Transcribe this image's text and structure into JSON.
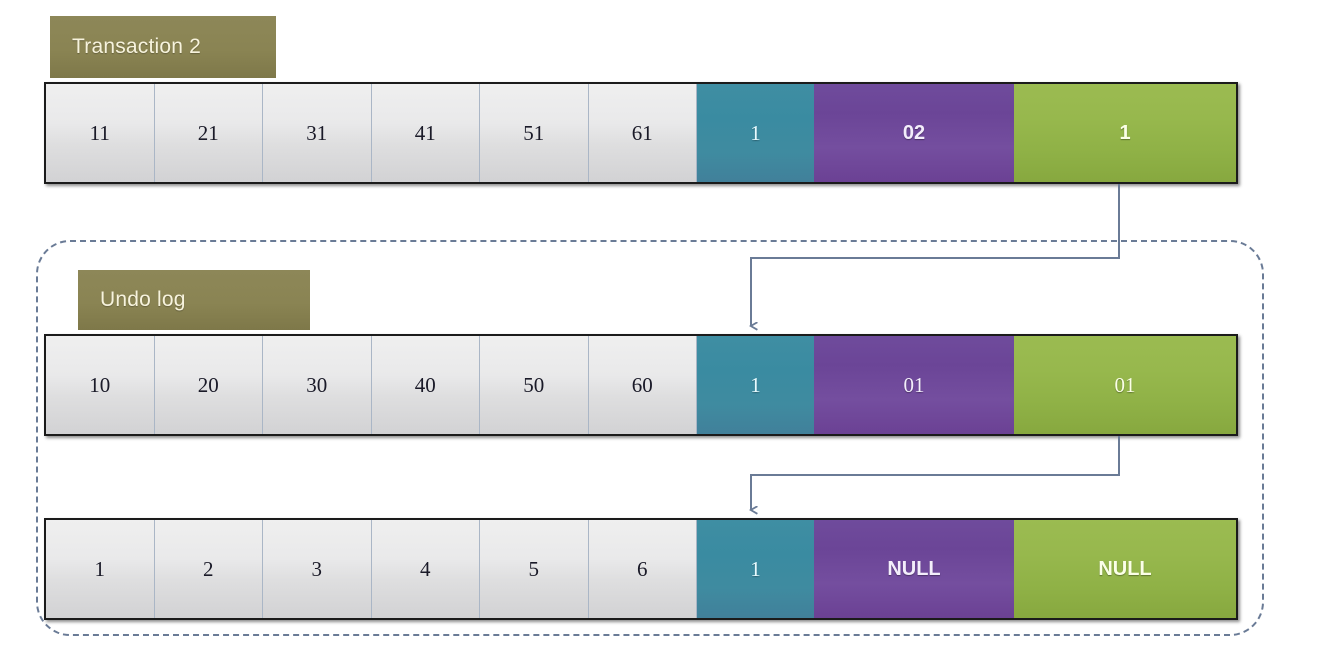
{
  "diagram": {
    "title_tag": "Transaction 2",
    "container_tag": "Undo log",
    "colors": {
      "tag_background": "#8a8453",
      "tag_text": "#f7f3dd",
      "grey_cell": "#e4e4e6",
      "teal_cell": "#3d8ba1",
      "purple_cell": "#6e4a9b",
      "green_cell": "#93b54b",
      "connector": "#6a7b96",
      "container_border": "#6a7b96"
    },
    "rows": [
      {
        "id": "transaction-row",
        "label": "Transaction 2",
        "grey_cells": [
          "11",
          "21",
          "31",
          "41",
          "51",
          "61"
        ],
        "teal_cell": "1",
        "purple_cell": "02",
        "green_cell": "1",
        "bold": true
      },
      {
        "id": "undo-row-1",
        "label": "Undo log",
        "grey_cells": [
          "10",
          "20",
          "30",
          "40",
          "50",
          "60"
        ],
        "teal_cell": "1",
        "purple_cell": "01",
        "green_cell": "01",
        "bold": false
      },
      {
        "id": "undo-row-2",
        "label": "",
        "grey_cells": [
          "1",
          "2",
          "3",
          "4",
          "5",
          "6"
        ],
        "teal_cell": "1",
        "purple_cell": "NULL",
        "green_cell": "NULL",
        "bold": true
      }
    ],
    "connectors": [
      {
        "name": "rollback-pointer-1",
        "from": "transaction-row.green_cell",
        "to": "undo-row-1.teal_cell"
      },
      {
        "name": "rollback-pointer-2",
        "from": "undo-row-1.green_cell",
        "to": "undo-row-2.teal_cell"
      }
    ]
  }
}
